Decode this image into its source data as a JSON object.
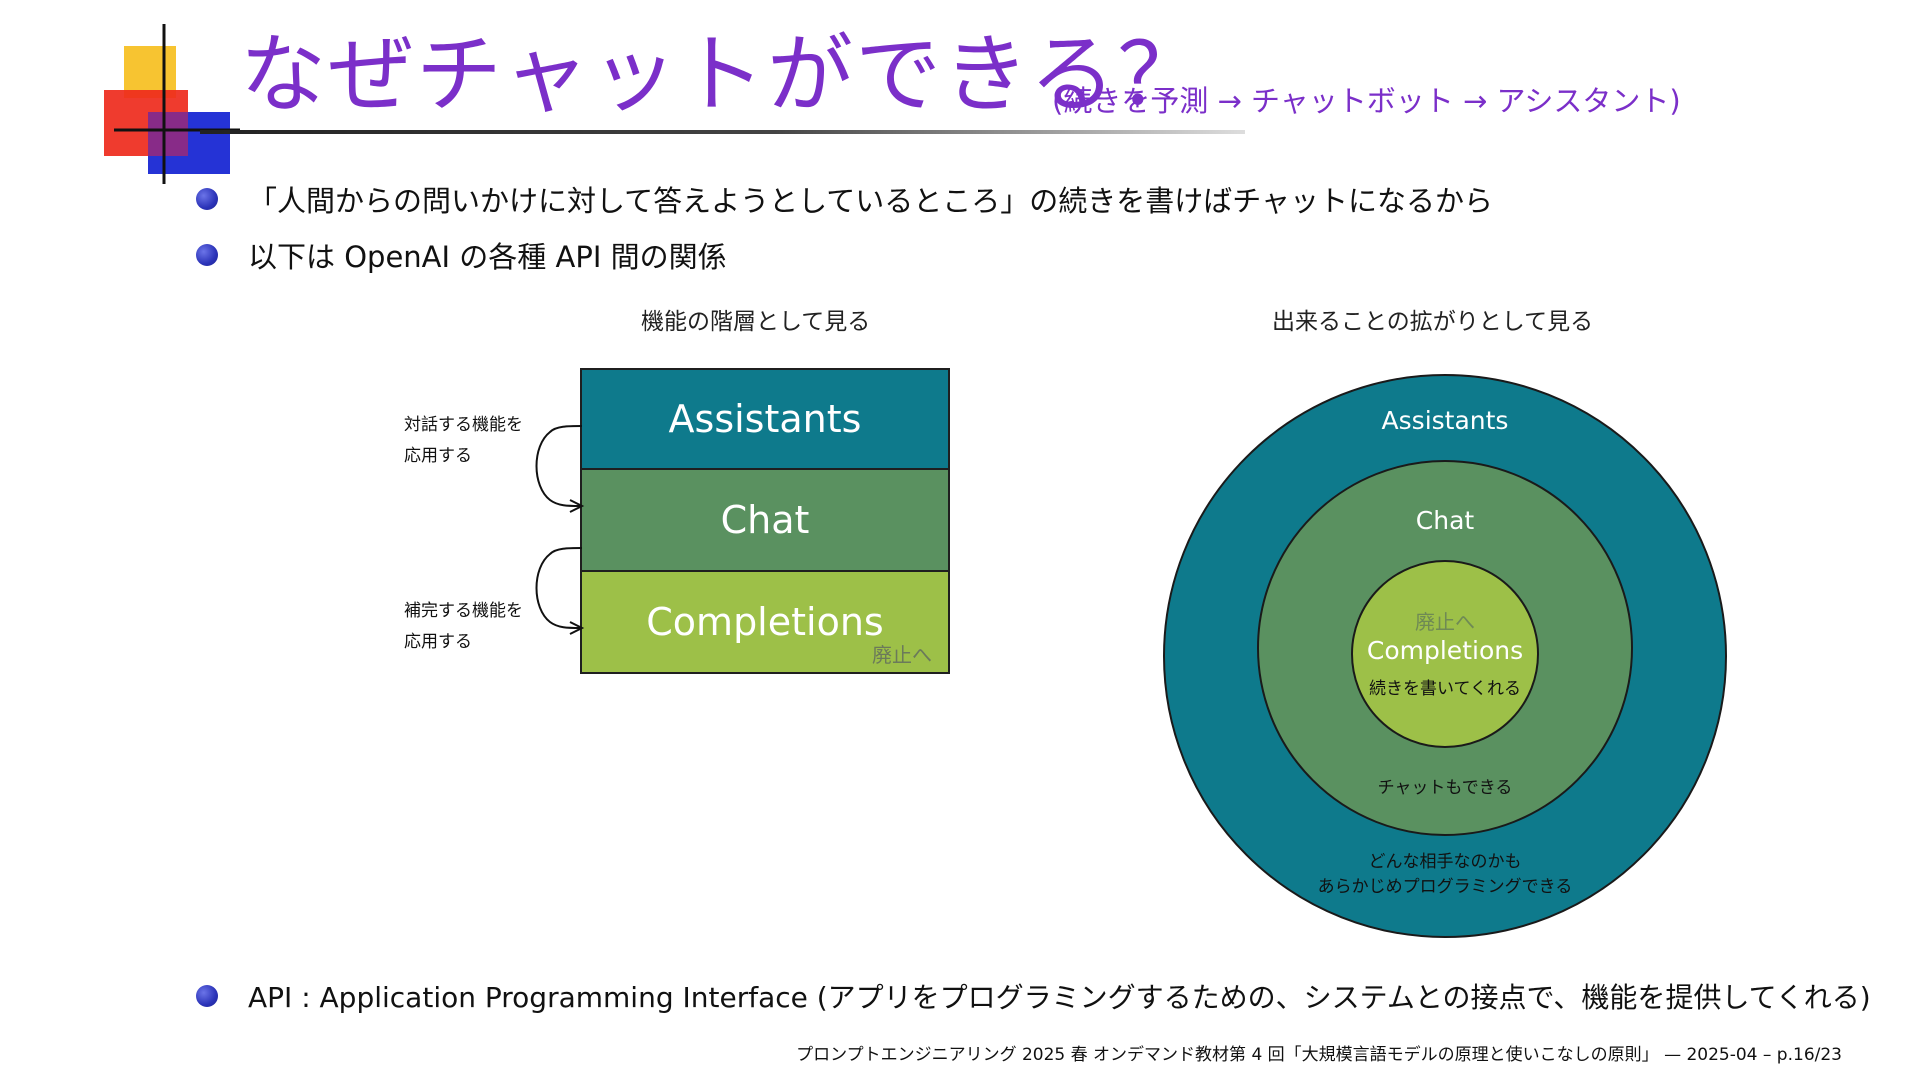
{
  "title": {
    "main": "なぜチャットができる？",
    "sub": "(続きを予測 → チャットボット → アシスタント)"
  },
  "bullets": [
    "「人間からの問いかけに対して答えようとしているところ」の続きを書けばチャットになるから",
    "以下は OpenAI の各種 API 間の関係",
    "API : Application Programming Interface (アプリをプログラミングするための、システムとの接点で、機能を提供してくれる)"
  ],
  "left_diagram": {
    "caption": "機能の階層として見る",
    "layers": [
      "Assistants",
      "Chat",
      "Completions"
    ],
    "deprecated": "廃止へ",
    "note_top_line1": "対話する機能を",
    "note_top_line2": "応用する",
    "note_bottom_line1": "補完する機能を",
    "note_bottom_line2": "応用する"
  },
  "right_diagram": {
    "caption": "出来ることの拡がりとして見る",
    "outer_label": "Assistants",
    "outer_desc_line1": "どんな相手なのかも",
    "outer_desc_line2": "あらかじめプログラミングできる",
    "middle_label": "Chat",
    "middle_desc": "チャットもできる",
    "inner_deprecated": "廃止へ",
    "inner_label": "Completions",
    "inner_desc": "続きを書いてくれる"
  },
  "footer": "プロンプトエンジニアリング 2025 春 オンデマンド教材第 4 回「大規模言語モデルの原理と使いこなしの原則」 — 2025-04 – p.16/23",
  "colors": {
    "title": "#7b2fc9",
    "assistants": "#0e7a8c",
    "chat": "#5a9160",
    "completions": "#9dc048"
  }
}
